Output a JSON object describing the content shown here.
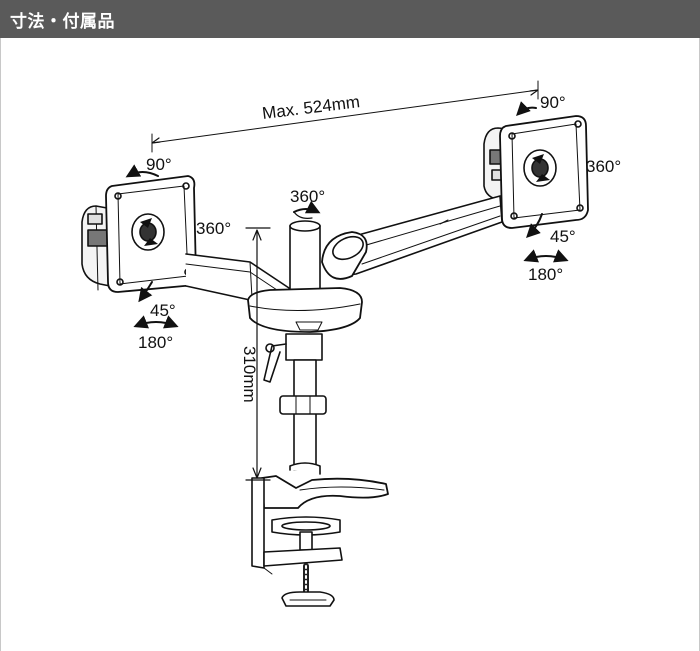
{
  "header": {
    "title": "寸法・付属品"
  },
  "labels": {
    "width": "Max. 524mm",
    "height": "310mm",
    "left_tilt_top": "90°",
    "left_rotate": "360°",
    "left_tilt_down": "45°",
    "left_swivel": "180°",
    "pole_rotate": "360°",
    "right_tilt_top": "90°",
    "right_rotate": "360°",
    "right_tilt_down": "45°",
    "right_swivel": "180°"
  },
  "colors": {
    "header_bg": "#5a5a5a",
    "header_text": "#ffffff",
    "line": "#111111"
  }
}
